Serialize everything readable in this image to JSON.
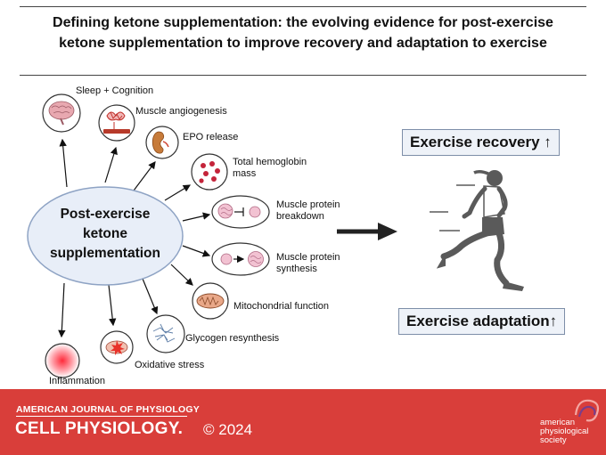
{
  "title": {
    "line1": "Defining ketone supplementation: the evolving evidence for post-exercise",
    "line2": "ketone supplementation to improve recovery and adaptation to exercise"
  },
  "center": {
    "line1": "Post-exercise",
    "line2": "ketone",
    "line3": "supplementation"
  },
  "effects": {
    "sleep": "Sleep + Cognition",
    "angiogenesis": "Muscle angiogenesis",
    "epo": "EPO release",
    "hemoglobin_1": "Total hemoglobin",
    "hemoglobin_2": "mass",
    "breakdown_1": "Muscle protein",
    "breakdown_2": "breakdown",
    "synthesis_1": "Muscle protein",
    "synthesis_2": "synthesis",
    "mitochondria": "Mitochondrial function",
    "glycogen": "Glycogen resynthesis",
    "oxidative": "Oxidative stress",
    "inflammation": "Inflammation"
  },
  "outcomes": {
    "recovery": "Exercise recovery",
    "adaptation": "Exercise adaptation",
    "arrow_glyph": "↑"
  },
  "footer": {
    "journal_top": "AMERICAN JOURNAL OF PHYSIOLOGY",
    "journal_main": "CELL PHYSIOLOGY.",
    "year": "© 2024",
    "society_1": "american",
    "society_2": "physiological",
    "society_3": "society"
  },
  "colors": {
    "footer_red": "#d93e3a",
    "ellipse_fill": "#e8eef8",
    "ellipse_stroke": "#8ea3c4",
    "runner": "#5a5a5a"
  }
}
